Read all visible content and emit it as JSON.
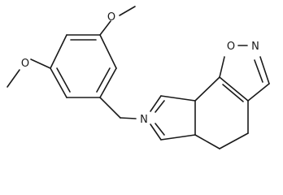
{
  "molecule": {
    "atom_labels": {
      "ome_top_o": "O",
      "ome_left_o": "O",
      "ring_n": "N",
      "isoxazole_o": "O",
      "isoxazole_n": "N"
    },
    "colors": {
      "bond": "#1a1a1a",
      "background": "#ffffff"
    }
  }
}
